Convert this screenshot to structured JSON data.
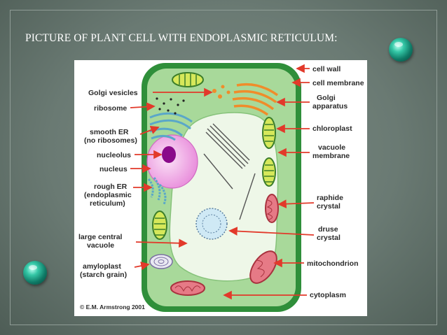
{
  "slide": {
    "title": "PICTURE OF PLANT CELL WITH ENDOPLASMIC RETICULUM:"
  },
  "colors": {
    "background": "#6a7a73",
    "cell_wall": "#2f8f3a",
    "cytoplasm": "#a8d99a",
    "vacuole": "#eef7e8",
    "arrow": "#e2392a",
    "nucleus": "#f3b8ea",
    "nucleolus": "#8a0a8a"
  },
  "icons": [
    "teal-orb-icon"
  ],
  "diagram": {
    "left_labels": [
      {
        "lines": [
          "Golgi vesicles"
        ]
      },
      {
        "lines": [
          "ribosome"
        ]
      },
      {
        "lines": [
          "smooth ER",
          "(no ribosomes)"
        ]
      },
      {
        "lines": [
          "nucleolus"
        ]
      },
      {
        "lines": [
          "nucleus"
        ]
      },
      {
        "lines": [
          "rough ER",
          "(endoplasmic",
          "reticulum)"
        ]
      },
      {
        "lines": [
          "large central",
          "vacuole"
        ]
      },
      {
        "lines": [
          "amyloplast",
          "(starch grain)"
        ]
      }
    ],
    "right_labels": [
      {
        "lines": [
          "cell wall"
        ]
      },
      {
        "lines": [
          "cell membrane"
        ]
      },
      {
        "lines": [
          "Golgi",
          "apparatus"
        ]
      },
      {
        "lines": [
          "chloroplast"
        ]
      },
      {
        "lines": [
          "vacuole",
          "membrane"
        ]
      },
      {
        "lines": [
          "raphide",
          "crystal"
        ]
      },
      {
        "lines": [
          "druse",
          "crystal"
        ]
      },
      {
        "lines": [
          "mitochondrion"
        ]
      },
      {
        "lines": [
          "cytoplasm"
        ]
      }
    ],
    "copyright": "© E.M. Armstrong 2001"
  }
}
